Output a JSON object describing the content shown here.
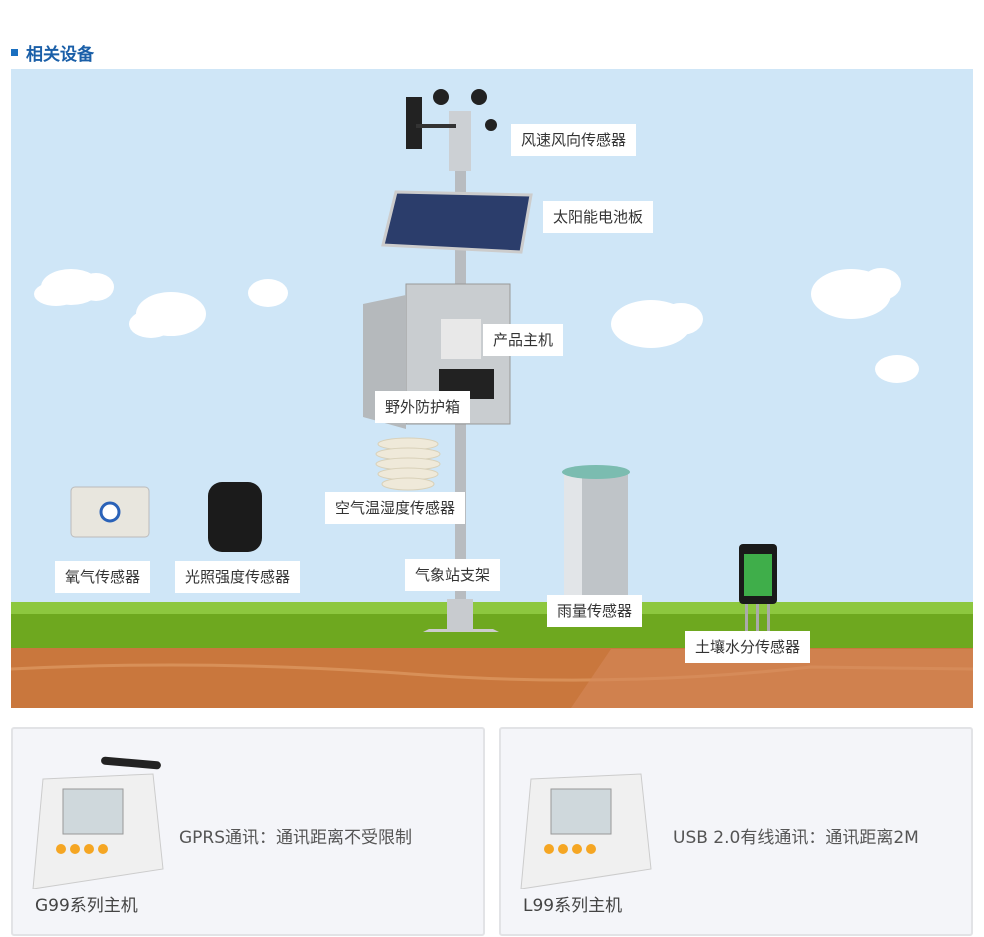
{
  "section_title": "相关设备",
  "scene": {
    "labels": {
      "wind": "风速风向传感器",
      "solar": "太阳能电池板",
      "host": "产品主机",
      "box": "野外防护箱",
      "air": "空气温湿度传感器",
      "oxygen": "氧气传感器",
      "light": "光照强度传感器",
      "stand": "气象站支架",
      "rain": "雨量传感器",
      "soil": "土壤水分传感器"
    },
    "colors": {
      "sky": "#cfe6f7",
      "grass": "#6ea81f",
      "soil": "#c9773d"
    }
  },
  "cards": [
    {
      "name": "G99系列主机",
      "desc": "GPRS通讯：通讯距离不受限制"
    },
    {
      "name": "L99系列主机",
      "desc": "USB 2.0有线通讯：通讯距离2M"
    }
  ]
}
